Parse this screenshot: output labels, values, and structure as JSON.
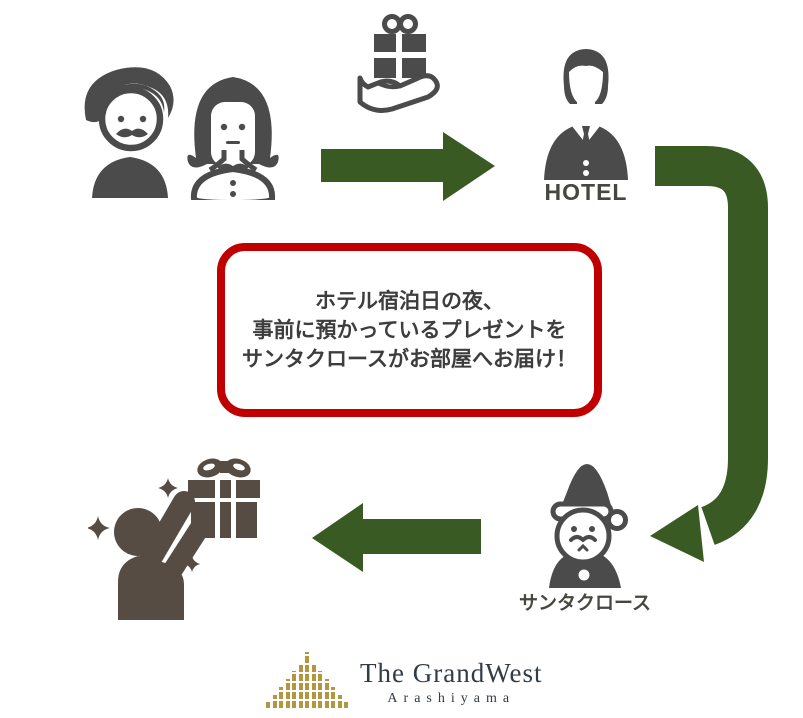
{
  "colors": {
    "background": "#FFFFFF",
    "icon_gray": "#4B4B4B",
    "receive_icon": "#564C44",
    "arrow_green": "#3A5A23",
    "callout_border": "#C00000",
    "callout_text": "#3D3D3D",
    "label_dark": "#47463F",
    "logo_gold": "#B39640",
    "logo_text": "#323B46"
  },
  "flow": {
    "guests": {
      "icon": "couple-icon"
    },
    "gift_handover": {
      "icon": "gift-in-hand-icon"
    },
    "hotel": {
      "icon": "hotel-staff-icon",
      "label": "HOTEL"
    },
    "santa": {
      "icon": "santa-claus-icon",
      "label": "サンタクロース"
    },
    "receive": {
      "icon": "receive-gift-icon"
    }
  },
  "callout": {
    "line1": "ホテル宿泊日の夜、",
    "line2": "事前に預かっているプレゼントを",
    "line3": "サンタクロースがお部屋へお届け！"
  },
  "logo": {
    "title": "The GrandWest",
    "subtitle": "Arashiyama",
    "bar_heights": [
      6,
      13,
      21,
      29,
      37,
      45,
      56,
      45,
      37,
      29,
      21,
      13,
      6
    ]
  }
}
